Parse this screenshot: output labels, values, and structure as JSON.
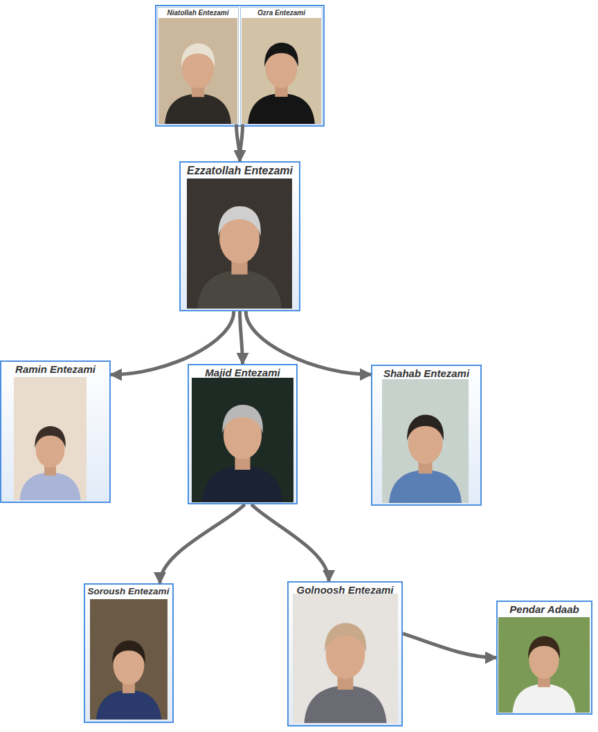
{
  "diagram": {
    "nodes": [
      {
        "text": [
          "Niatollah Entezami"
        ]
      },
      {
        "text": [
          "Ozra Entezami"
        ]
      },
      {
        "text": [
          "Ezzatollah Entezami"
        ]
      },
      {
        "text": [
          "Ramin Entezami"
        ]
      },
      {
        "text": [
          "Majid Entezami"
        ]
      },
      {
        "text": [
          "Shahab Entezami"
        ]
      },
      {
        "text": [
          "Soroush Entezami"
        ]
      },
      {
        "text": [
          "Golnoosh Entezami"
        ]
      },
      {
        "text": [
          "Pendar Adaab"
        ]
      }
    ],
    "edges": [
      {
        "from": 0,
        "to": 2,
        "arrow": "to"
      },
      {
        "from": 1,
        "to": 2,
        "arrow": "to"
      },
      {
        "from": 2,
        "to": 3,
        "arrow": "to"
      },
      {
        "from": 2,
        "to": 4,
        "arrow": "to"
      },
      {
        "from": 2,
        "to": 5,
        "arrow": "to"
      },
      {
        "from": 4,
        "to": 6,
        "arrow": "to"
      },
      {
        "from": 4,
        "to": 7,
        "arrow": "to"
      },
      {
        "from": 7,
        "to": 8,
        "arrow": "to"
      }
    ]
  }
}
